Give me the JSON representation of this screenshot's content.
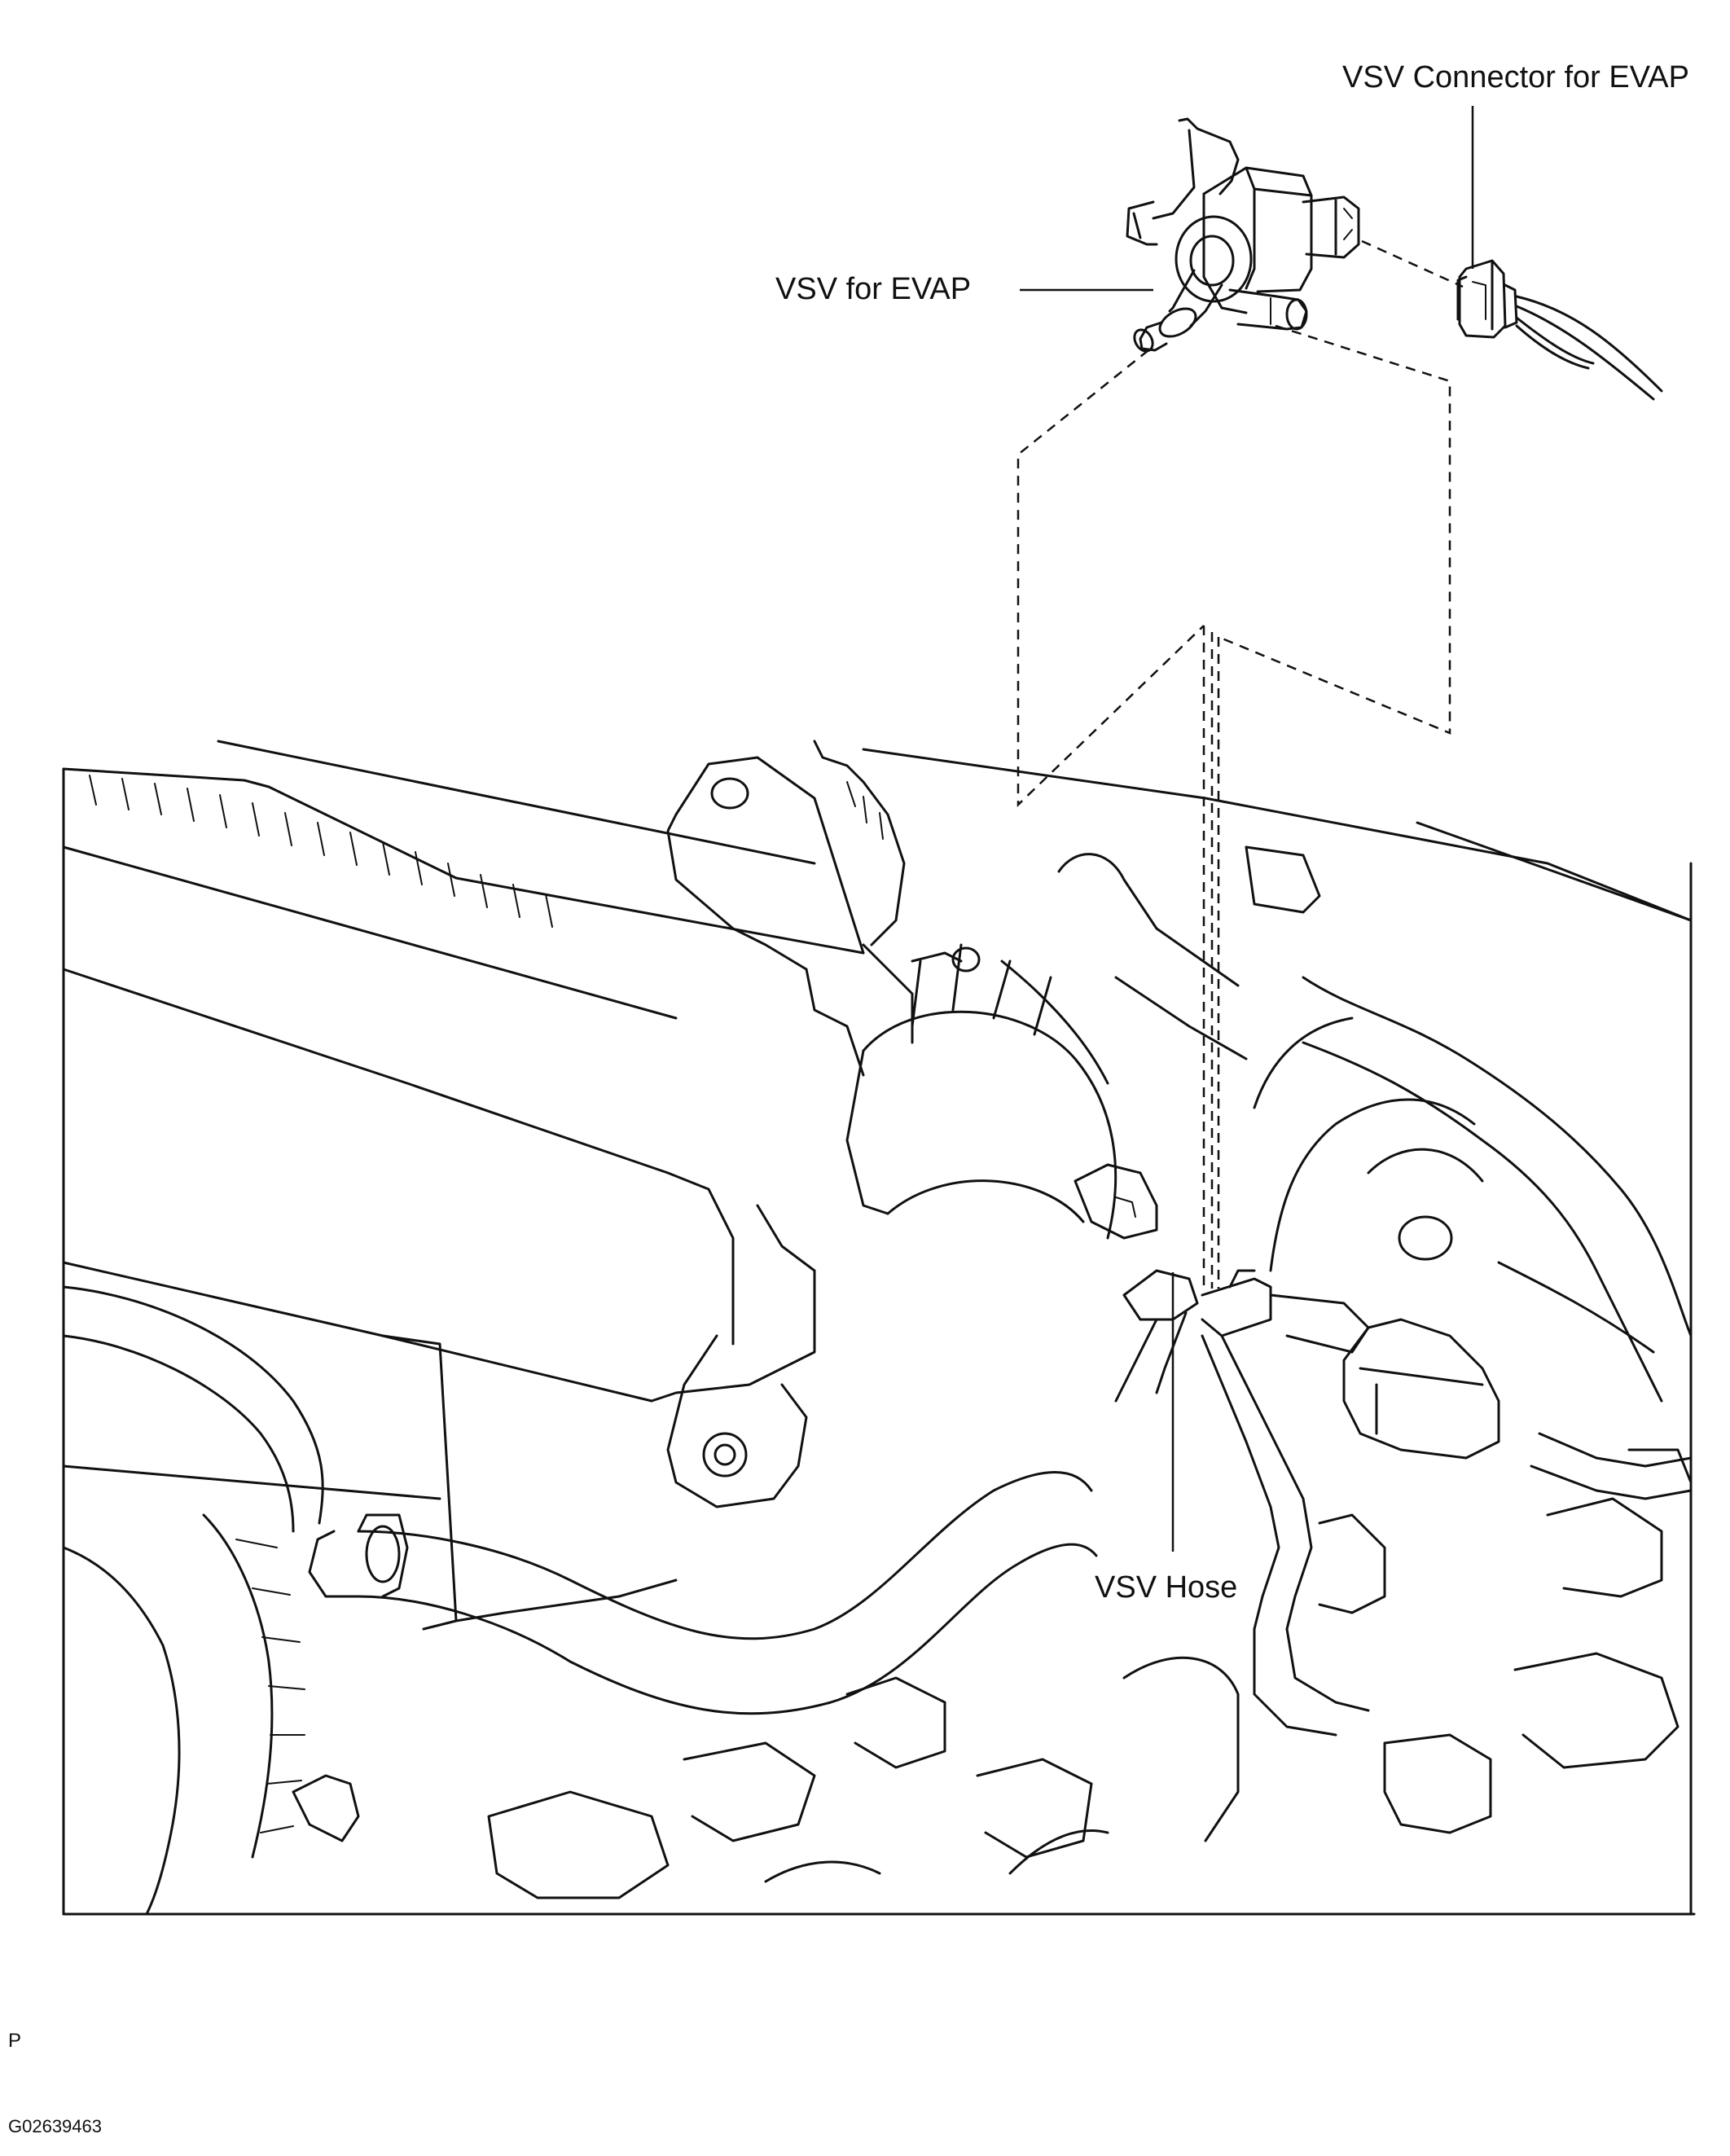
{
  "labels": {
    "vsv_connector": "VSV Connector for EVAP",
    "vsv": "VSV for EVAP",
    "vsv_hose": "VSV Hose"
  },
  "footer": {
    "mark": "P",
    "figure_code": "G02639463"
  }
}
